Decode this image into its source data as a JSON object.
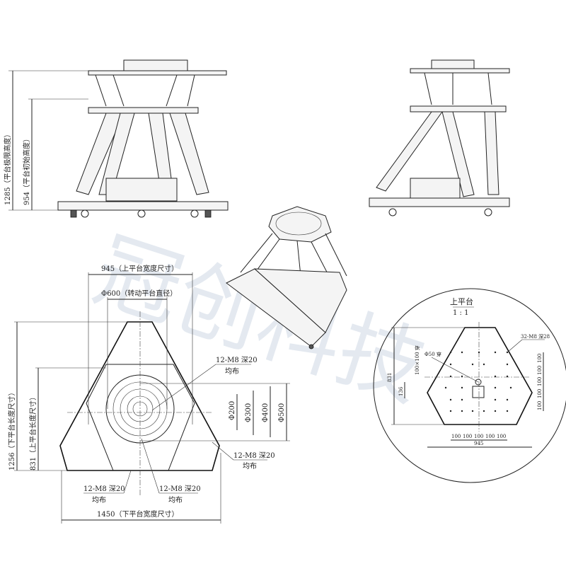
{
  "watermark": "冠创科技",
  "front_view": {
    "dim_limit_height": "1285（平台极限高度）",
    "dim_initial_height": "954（平台初始高度）"
  },
  "plan_view": {
    "dim_upper_width": "945（上平台宽度尺寸）",
    "dim_rotary_diameter": "Φ600（转动平台直径）",
    "dim_lower_length": "1256（下平台长度尺寸）",
    "dim_upper_length": "831（上平台长度尺寸）",
    "dim_lower_width": "1450（下平台宽度尺寸）",
    "circle_dims": [
      "Φ200",
      "Φ300",
      "Φ400",
      "Φ500"
    ],
    "callout_threads": "12-M8 深20",
    "callout_even": "均布"
  },
  "detail_view": {
    "title": "上平台",
    "scale": "1 : 1",
    "callout_holes": "32-M8 深28",
    "callout_through": "Φ50 穿",
    "grid_label": "100×100 穿",
    "dim_offset": "136",
    "dim_height": "831",
    "dim_width": "945",
    "pitch": "100"
  }
}
